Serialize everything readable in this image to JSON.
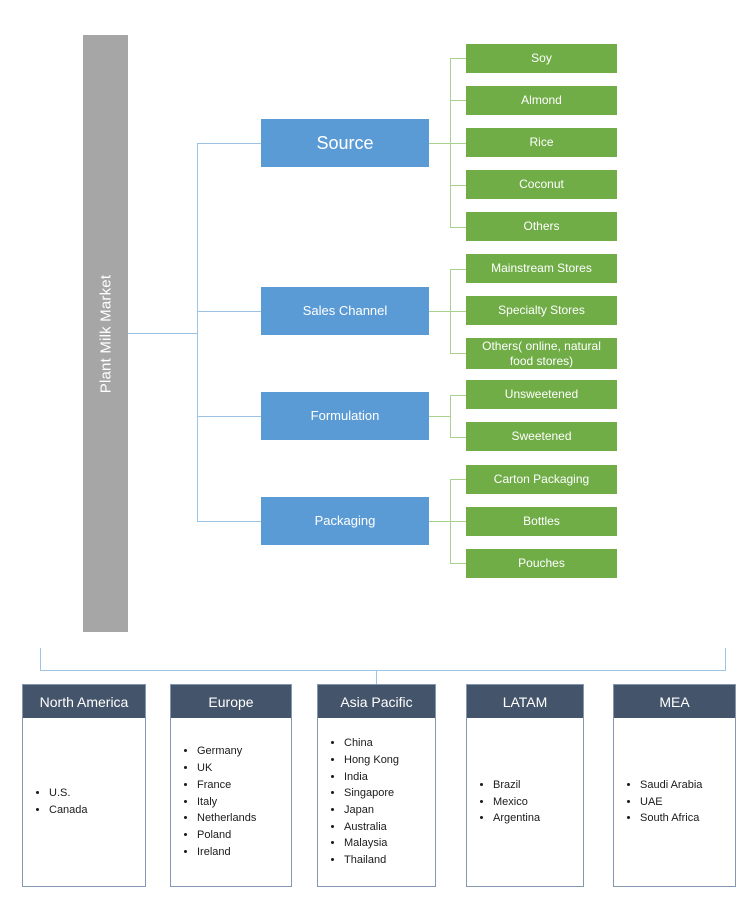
{
  "root": {
    "label": "Plant Milk Market"
  },
  "colors": {
    "root_bar": "#a6a6a6",
    "category": "#5b9bd5",
    "subcategory": "#70ad47",
    "region_header": "#44546a",
    "connector_blue": "#9dc3e6",
    "connector_green": "#a9d18e"
  },
  "segments": [
    {
      "label": "Source",
      "items": [
        "Soy",
        "Almond",
        "Rice",
        "Coconut",
        "Others"
      ]
    },
    {
      "label": "Sales Channel",
      "items": [
        "Mainstream Stores",
        "Specialty Stores",
        "Others( online, natural food stores)"
      ]
    },
    {
      "label": "Formulation",
      "items": [
        "Unsweetened",
        "Sweetened"
      ]
    },
    {
      "label": "Packaging",
      "items": [
        "Carton Packaging",
        "Bottles",
        "Pouches"
      ]
    }
  ],
  "regions": [
    {
      "name": "North America",
      "countries": [
        "U.S.",
        "Canada"
      ]
    },
    {
      "name": "Europe",
      "countries": [
        "Germany",
        "UK",
        "France",
        "Italy",
        "Netherlands",
        "Poland",
        "Ireland"
      ]
    },
    {
      "name": "Asia Pacific",
      "countries": [
        "China",
        "Hong Kong",
        "India",
        "Singapore",
        "Japan",
        "Australia",
        "Malaysia",
        "Thailand"
      ]
    },
    {
      "name": "LATAM",
      "countries": [
        "Brazil",
        "Mexico",
        "Argentina"
      ]
    },
    {
      "name": "MEA",
      "countries": [
        "Saudi Arabia",
        "UAE",
        "South Africa"
      ]
    }
  ]
}
